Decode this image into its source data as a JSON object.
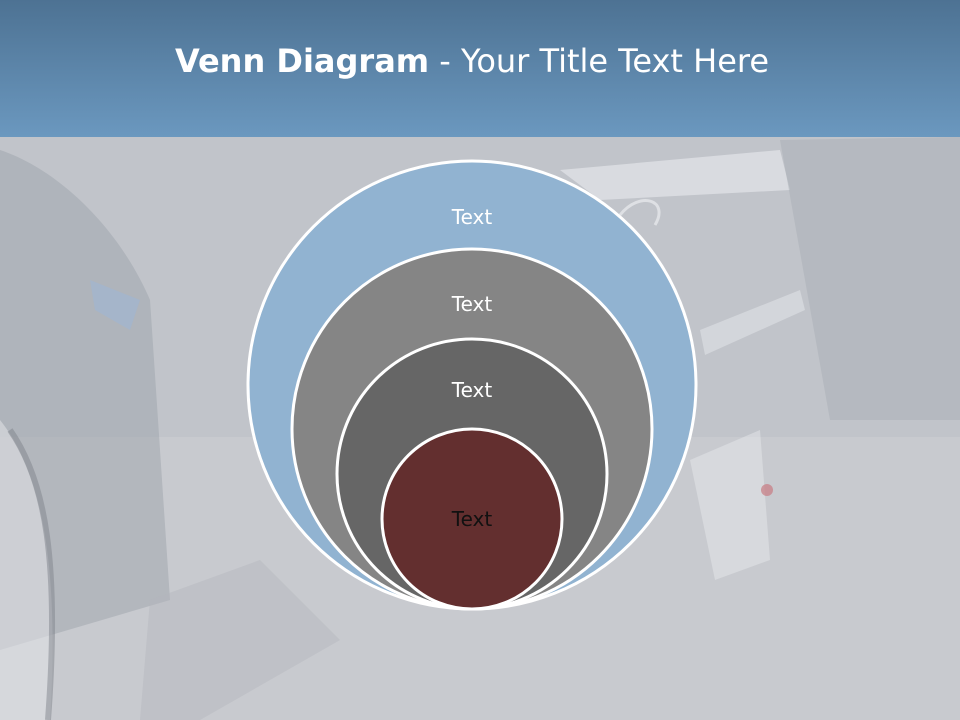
{
  "slide": {
    "title_bold": "Venn Diagram",
    "title_rest": " - Your Title Text Here"
  },
  "diagram": {
    "type": "nested-venn",
    "circles": [
      {
        "label": "Text",
        "fill": "#91b3d1",
        "label_color": "#ffffff"
      },
      {
        "label": "Text",
        "fill": "#858585",
        "label_color": "#ffffff"
      },
      {
        "label": "Text",
        "fill": "#666666",
        "label_color": "#ffffff"
      },
      {
        "label": "Text",
        "fill": "#632f2f",
        "label_color": "#111111"
      }
    ],
    "outline": "#ffffff"
  },
  "colors": {
    "header_top": "#4d7293",
    "header_bottom": "#6b98bf",
    "background": "#c9cbd0"
  }
}
